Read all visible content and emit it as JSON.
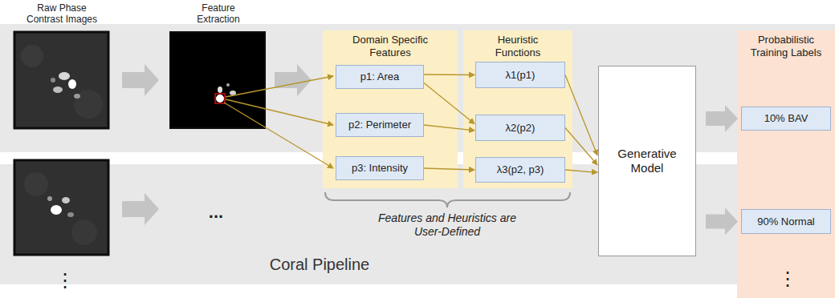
{
  "diagram": {
    "nodes": [
      {
        "text": [
          "Domain Specific Features"
        ]
      },
      {
        "text": [
          "p1: Area"
        ],
        "in": 0
      },
      {
        "text": [
          "p2: Perimeter"
        ],
        "in": 0
      },
      {
        "text": [
          "p3: Intensity"
        ],
        "in": 0
      },
      {
        "text": [
          "Heuristic Functions"
        ]
      },
      {
        "text": [
          "λ1(p1)"
        ],
        "in": 4
      },
      {
        "text": [
          "λ2(p2)"
        ],
        "in": 4
      },
      {
        "text": [
          "λ3(p2, p3)"
        ],
        "in": 4
      },
      {
        "text": [
          "Generative Model"
        ]
      },
      {
        "text": [
          "Probabilistic Training Labels"
        ]
      },
      {
        "text": [
          "10% BAV"
        ],
        "in": 9
      },
      {
        "text": [
          "90% Normal"
        ],
        "in": 9
      }
    ],
    "edges": [
      {
        "from": 1,
        "to": 5,
        "arrow": "to"
      },
      {
        "from": 1,
        "to": 6,
        "arrow": "to"
      },
      {
        "from": 2,
        "to": 6,
        "arrow": "to"
      },
      {
        "from": 3,
        "to": 7,
        "arrow": "to"
      },
      {
        "from": 5,
        "to": 8,
        "arrow": "to"
      },
      {
        "from": 6,
        "to": 8,
        "arrow": "to"
      },
      {
        "from": 7,
        "to": 8,
        "arrow": "to"
      },
      {
        "from": 8,
        "to": 10,
        "arrow": "to"
      },
      {
        "from": 8,
        "to": 11,
        "arrow": "to"
      }
    ],
    "labels": [
      "Raw Phase Contrast Images",
      "Feature Extraction",
      "...",
      "⋮",
      "Features and Heuristics are User-Defined",
      "Coral Pipeline",
      "⋮"
    ]
  }
}
